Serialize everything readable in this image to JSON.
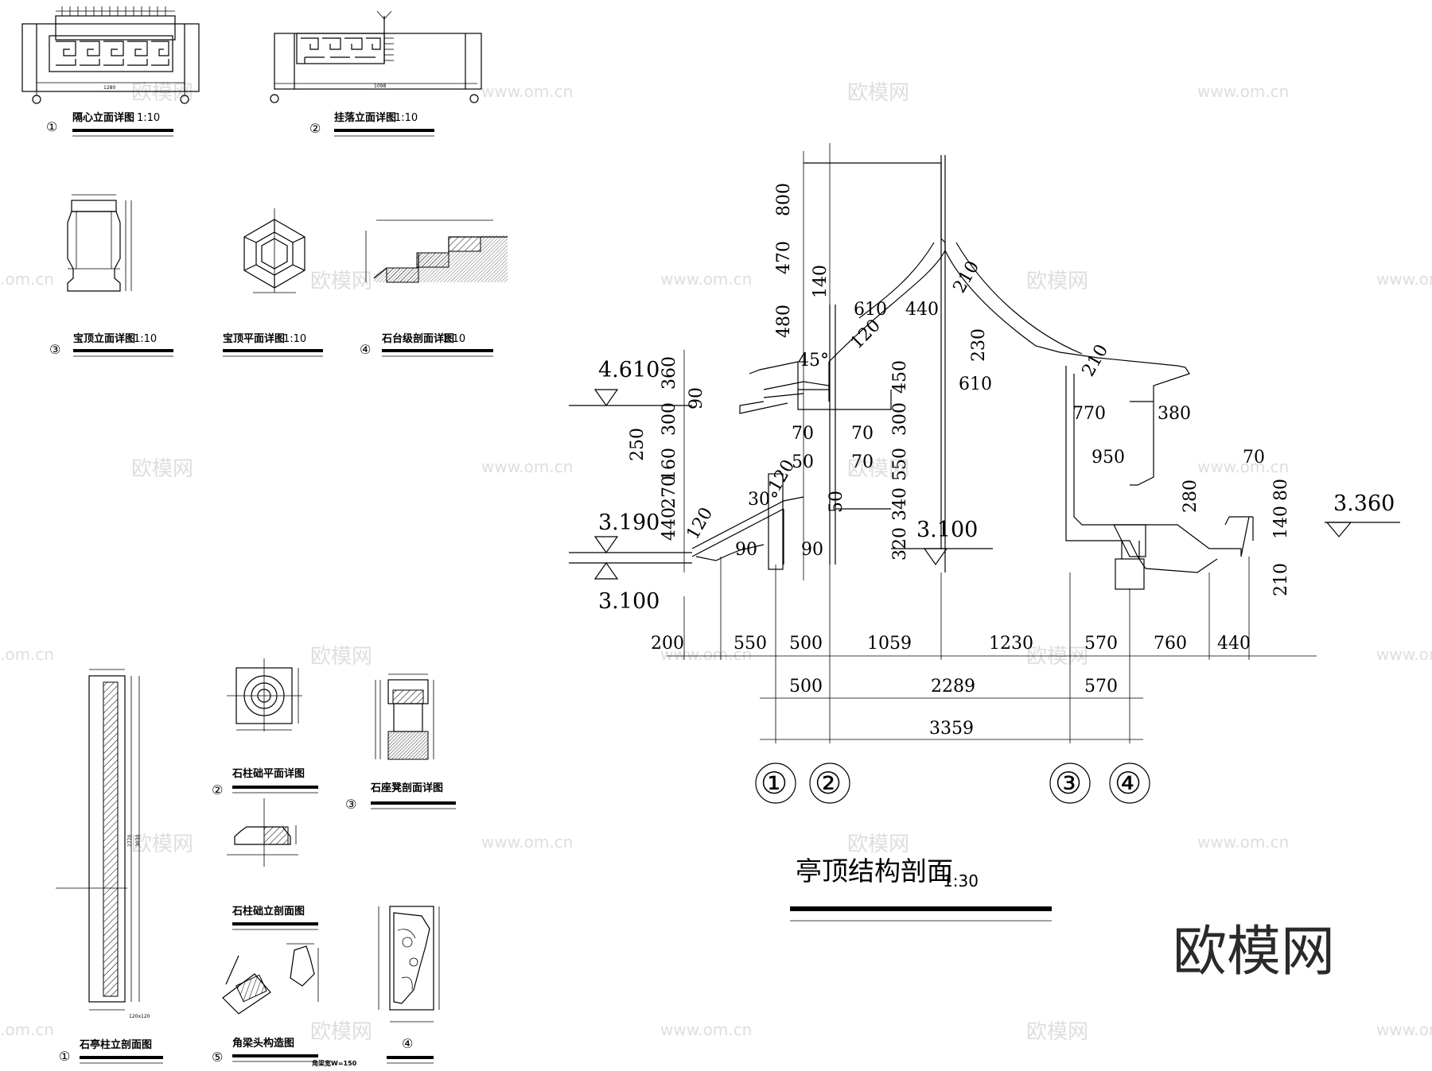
{
  "watermarks": {
    "brand": "欧模网",
    "url": "www.om.cn",
    "url_short": ".om.cn"
  },
  "logo": "欧模网",
  "main_section": {
    "title": "亭顶结构剖面",
    "scale": "1:30",
    "levels": [
      "4.610",
      "3.190",
      "3.100",
      "3.100",
      "3.360"
    ],
    "left_vertical_dims": [
      "800",
      "470",
      "140",
      "480",
      "360",
      "90",
      "300",
      "250",
      "160",
      "270",
      "440"
    ],
    "inner_dims": [
      "610",
      "440",
      "450",
      "300",
      "550",
      "340",
      "320",
      "70",
      "70",
      "70",
      "50",
      "50",
      "90",
      "90",
      "30°",
      "45°",
      "120",
      "120",
      "120",
      "210",
      "230",
      "610",
      "210",
      "770",
      "380",
      "950",
      "280",
      "70",
      "80",
      "140",
      "210"
    ],
    "bottom_row1": [
      "200",
      "550",
      "500",
      "1059",
      "1230",
      "570",
      "760",
      "440"
    ],
    "bottom_row2": [
      "500",
      "2289",
      "570"
    ],
    "bottom_row3": [
      "3359"
    ],
    "axes": [
      "①",
      "②",
      "③",
      "④"
    ]
  },
  "details": [
    {
      "num": "①",
      "title": "隔心立面详图",
      "scale": "1:10"
    },
    {
      "num": "②",
      "title": "挂落立面详图",
      "scale": "1:10"
    },
    {
      "num": "③",
      "title": "宝顶立面详图",
      "scale": "1:10"
    },
    {
      "num": "",
      "title": "宝顶平面详图",
      "scale": "1:10"
    },
    {
      "num": "④",
      "title": "石台级剖面详图",
      "scale": "1:10"
    },
    {
      "num": "②",
      "title": "石柱础平面详图",
      "scale": ""
    },
    {
      "num": "③",
      "title": "石座凳剖面详图",
      "scale": ""
    },
    {
      "num": "",
      "title": "石柱础立剖面图",
      "scale": ""
    },
    {
      "num": "①",
      "title": "石亭柱立剖面图",
      "scale": ""
    },
    {
      "num": "⑤",
      "title": "角梁头构造图",
      "scale": ""
    },
    {
      "num": "④",
      "title": "",
      "scale": ""
    }
  ],
  "small_labels": {
    "lattice_width": "1280",
    "hanging_width": "1098",
    "column_height": "3030",
    "column_inner": "2770",
    "column_size": "120x120",
    "beam_note": "角梁宽W=150"
  }
}
